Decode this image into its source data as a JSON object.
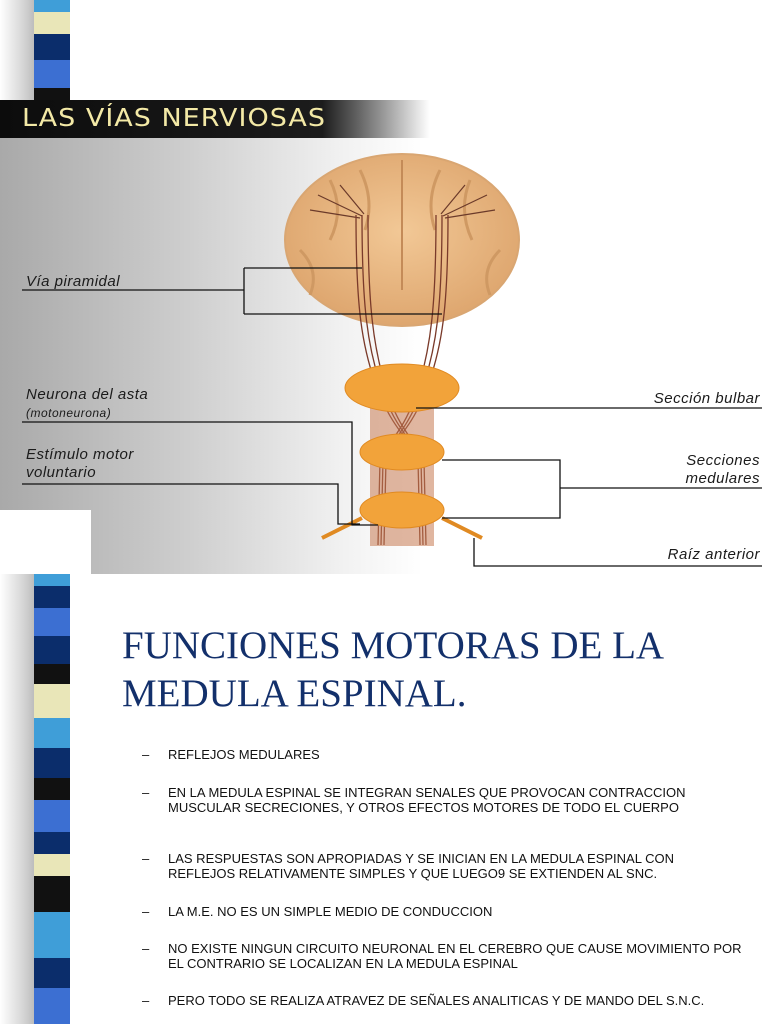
{
  "figure": {
    "title": "LAS VÍAS NERVIOSAS",
    "labels": {
      "via_piramidal": "Vía piramidal",
      "neurona_asta": "Neurona del asta",
      "motoneurona": "(motoneurona)",
      "estimulo_line1": "Estímulo motor",
      "estimulo_line2": "voluntario",
      "seccion_bulbar": "Sección bulbar",
      "secciones_line1": "Secciones",
      "secciones_line2": "medulares",
      "raiz_anterior": "Raíz anterior"
    }
  },
  "slide": {
    "title": "FUNCIONES MOTORAS DE LA MEDULA ESPINAL.",
    "bullet_marker": "–",
    "bullets": [
      "REFLEJOS MEDULARES",
      "EN LA MEDULA ESPINAL SE INTEGRAN SENALES QUE PROVOCAN CONTRACCION MUSCULAR SECRECIONES, Y OTROS EFECTOS MOTORES DE TODO EL CUERPO",
      "LAS RESPUESTAS SON APROPIADAS Y SE INICIAN EN LA MEDULA ESPINAL CON REFLEJOS RELATIVAMENTE SIMPLES Y QUE LUEGO9 SE EXTIENDEN AL SNC.",
      "LA M.E. NO ES UN SIMPLE MEDIO DE CONDUCCION",
      "NO EXISTE NINGUN CIRCUITO NEURONAL EN EL CEREBRO QUE CAUSE MOVIMIENTO POR EL CONTRARIO SE LOCALIZAN EN LA MEDULA ESPINAL",
      "PERO TODO SE REALIZA ATRAVEZ DE SEÑALES ANALITICAS Y DE MANDO DEL S.N.C."
    ]
  },
  "colors": {
    "title_text": "#13306b",
    "figure_title_text": "#f3e9a6",
    "brain": "#e9b27a",
    "spinal_segment": "#f2a33a",
    "tract": "#7a3a2a"
  }
}
